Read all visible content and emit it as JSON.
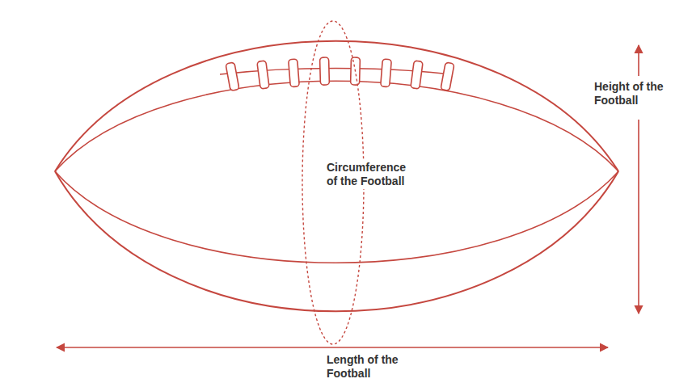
{
  "diagram": {
    "labels": [
      "Height of the Football",
      "Circumference of the Football",
      "Length of the Football"
    ]
  }
}
